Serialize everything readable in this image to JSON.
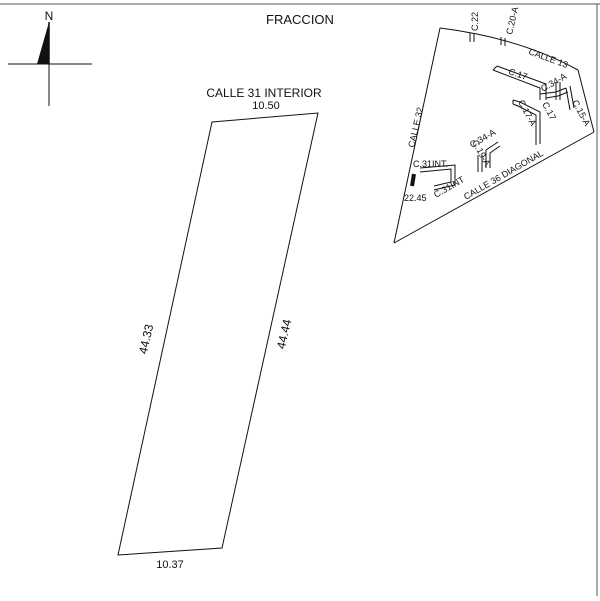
{
  "title": "FRACCION",
  "north_label": "N",
  "lot": {
    "street_label": "CALLE 31 INTERIOR",
    "top_frontage": "10.50",
    "bottom_frontage": "10.37",
    "left_side": "44.33",
    "right_side": "44.44"
  },
  "location_map": {
    "streets": {
      "c22": "C.22",
      "c20a": "C.20-A",
      "calle13": "CALLE 13",
      "calle32": "CALLE 32",
      "c17_top": "C.17",
      "c34a_top": "C.34-A",
      "c17_mid": "C.17",
      "c17a": "C.17-A",
      "c15a": "C.15-A",
      "c34a_left": "C.34-A",
      "c19a": "C.19-A",
      "c31int_top": "C.31INT.",
      "c31int_bottom": "C.31INT",
      "calle36": "CALLE 36 DIAGONAL"
    },
    "distance": "22.45"
  },
  "colors": {
    "ink": "#111111",
    "background": "#ffffff"
  }
}
